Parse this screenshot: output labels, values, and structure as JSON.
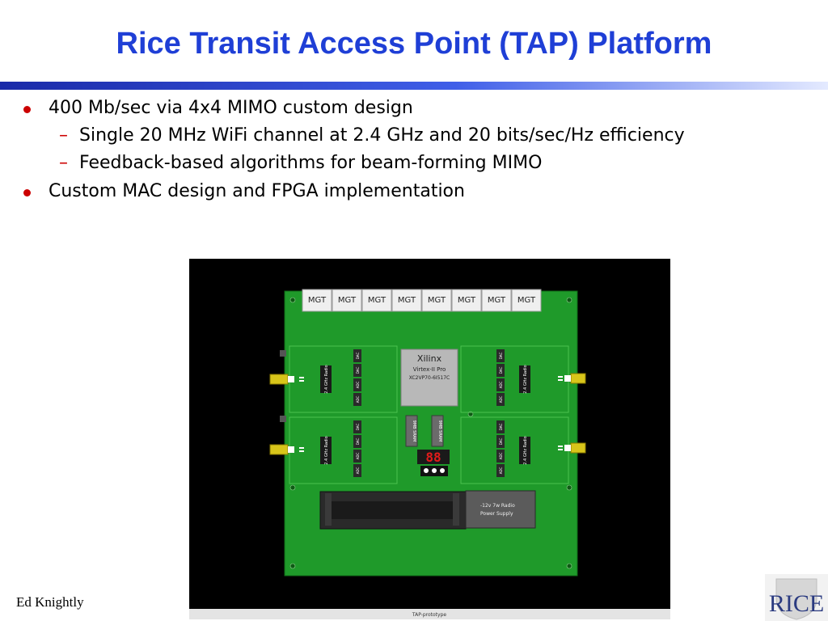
{
  "slide": {
    "title": "Rice Transit Access Point (TAP) Platform",
    "author": "Ed Knightly",
    "logo_text": "RICE"
  },
  "bullets": [
    {
      "text": "400 Mb/sec via 4x4 MIMO custom design",
      "sub": [
        "Single 20 MHz WiFi channel at 2.4 GHz and 20 bits/sec/Hz efficiency",
        "Feedback-based algorithms for beam-forming MIMO"
      ]
    },
    {
      "text": "Custom MAC design and FPGA implementation",
      "sub": []
    }
  ],
  "board": {
    "caption": "TAP-prototype",
    "mgt_labels": [
      "MGT",
      "MGT",
      "MGT",
      "MGT",
      "MGT",
      "MGT",
      "MGT",
      "MGT"
    ],
    "fpga_name": "Xilinx",
    "fpga_model": "Virtex-II Pro",
    "fpga_part": "XC2VP70-6I517C",
    "radio_label": "2.4 GHz Radio",
    "adc_label": "ADC",
    "dac_label": "DAC",
    "sram_label": "9MB SRAM",
    "seg_digits": "88",
    "psu_line1": "-12v 7w Radio",
    "psu_line2": "Power Supply"
  },
  "colors": {
    "title": "#1f3fd6",
    "bullet": "#cc0000",
    "pcb": "#1f9a2a",
    "rule_dark": "#1f2fb0",
    "rule_light": "#dfe6ff"
  }
}
